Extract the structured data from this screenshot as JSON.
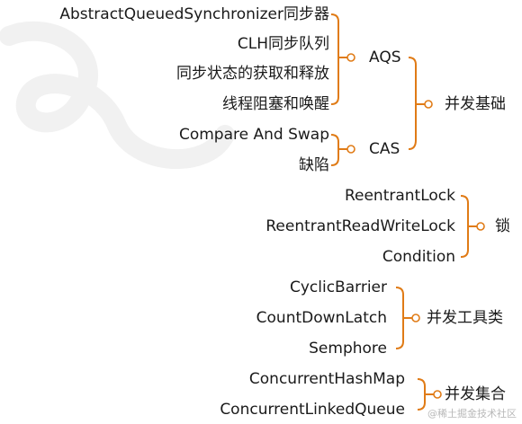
{
  "mindmap": {
    "root": "并发基础",
    "aqs": {
      "label": "AQS",
      "children": [
        "AbstractQueuedSynchronizer同步器",
        "CLH同步队列",
        "同步状态的获取和释放",
        "线程阻塞和唤醒"
      ]
    },
    "cas": {
      "label": "CAS",
      "children": [
        "Compare And Swap",
        "缺陷"
      ]
    },
    "lock": {
      "label": "锁",
      "children": [
        "ReentrantLock",
        "ReentrantReadWriteLock",
        "Condition"
      ]
    },
    "tools": {
      "label": "并发工具类",
      "children": [
        "CyclicBarrier",
        "CountDownLatch",
        "Semphore"
      ]
    },
    "collections": {
      "label": "并发集合",
      "children": [
        "ConcurrentHashMap",
        "ConcurrentLinkedQueue"
      ]
    }
  },
  "watermark": "@稀土掘金技术社区",
  "colors": {
    "connector": "#e07b16",
    "text": "#1a1a1a"
  }
}
